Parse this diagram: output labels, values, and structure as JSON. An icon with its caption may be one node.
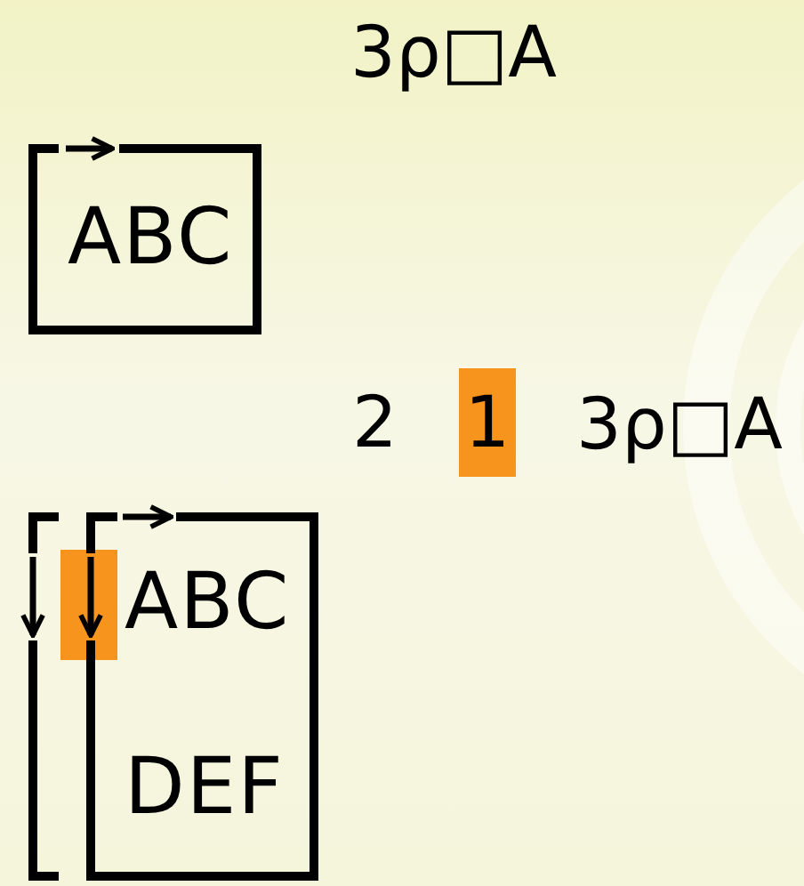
{
  "diagram": {
    "nodes": [
      {
        "text": [
          "ABC"
        ]
      },
      {
        "text": [
          "ABC",
          "DEF"
        ]
      }
    ],
    "labels": [
      "3ρ□A",
      "2",
      "1",
      "3ρ□A"
    ]
  }
}
